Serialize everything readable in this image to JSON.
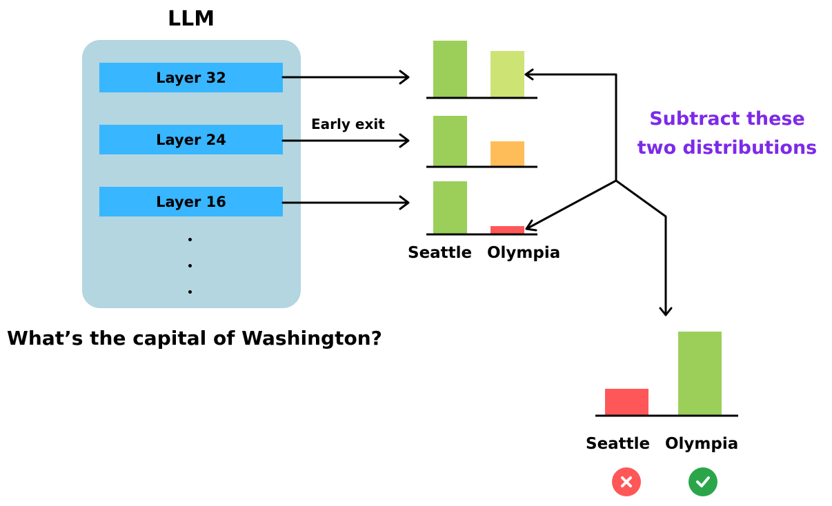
{
  "title": "LLM",
  "layers": [
    {
      "label": "Layer 32"
    },
    {
      "label": "Layer 24"
    },
    {
      "label": "Layer 16"
    }
  ],
  "early_exit_label": "Early exit",
  "question": "What’s the capital of Washington?",
  "subtract_label_line1": "Subtract these",
  "subtract_label_line2": "two distributions",
  "categories": [
    "Seattle",
    "Olympia"
  ],
  "result_status": [
    "wrong",
    "correct"
  ],
  "colors": {
    "llm_box": "#b3d6e0",
    "layer": "#38b6ff",
    "green": "#9bcf5a",
    "light_green": "#cde374",
    "orange": "#ffbd59",
    "red": "#ff5757",
    "purple": "#7d2ae8"
  },
  "chart_data": [
    {
      "type": "bar",
      "source": "Layer 32",
      "categories": [
        "Seattle",
        "Olympia"
      ],
      "values": [
        0.82,
        0.67
      ]
    },
    {
      "type": "bar",
      "source": "Layer 24",
      "categories": [
        "Seattle",
        "Olympia"
      ],
      "values": [
        0.73,
        0.36
      ]
    },
    {
      "type": "bar",
      "source": "Layer 16",
      "categories": [
        "Seattle",
        "Olympia"
      ],
      "values": [
        0.76,
        0.11
      ]
    },
    {
      "type": "bar",
      "source": "Layer 32 - Layer 16",
      "categories": [
        "Seattle",
        "Olympia"
      ],
      "values": [
        0.38,
        1.21
      ]
    }
  ]
}
